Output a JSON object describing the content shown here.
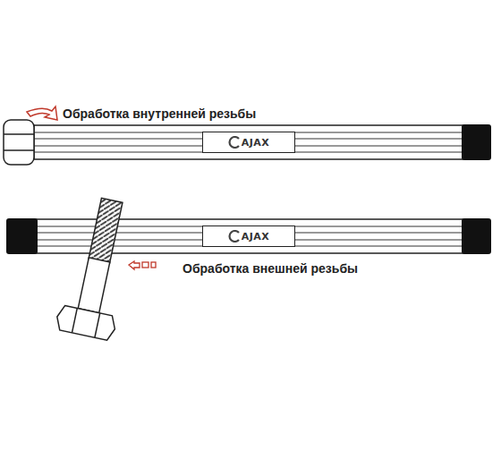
{
  "diagram": {
    "nodes": [
      {
        "text": [
          "AJAX"
        ]
      },
      {
        "text": [
          "AJAX"
        ]
      }
    ],
    "labels": [
      "Обработка внутренней резьбы",
      "Обработка внешней резьбы"
    ]
  }
}
